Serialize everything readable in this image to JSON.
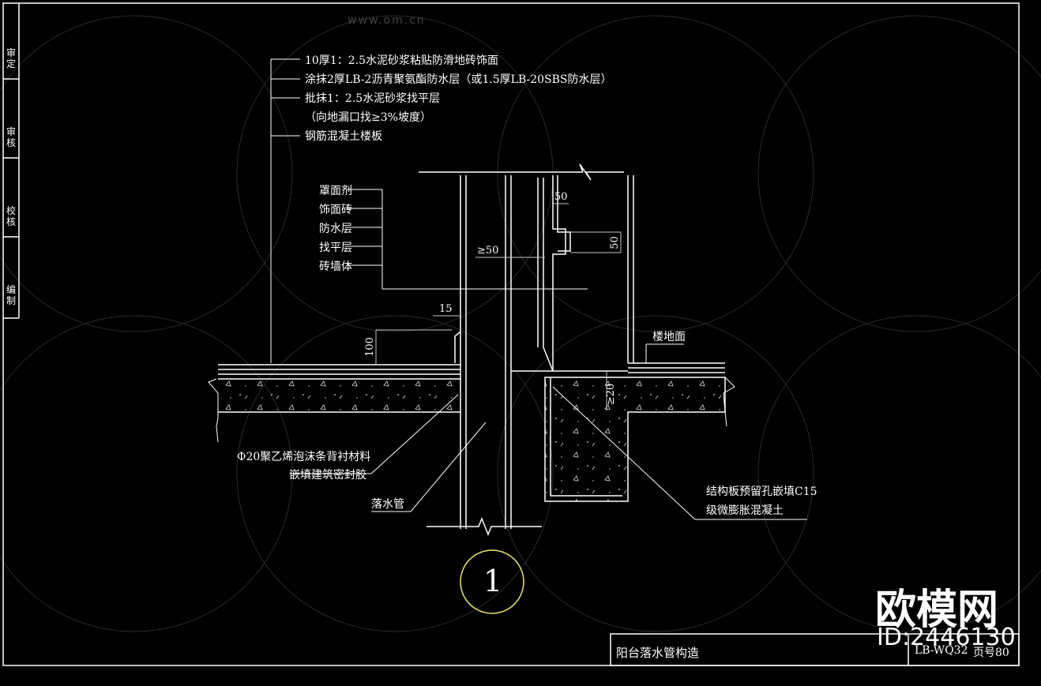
{
  "colors": {
    "background": "#000000",
    "line": "#ffffff",
    "dim": "#c8c8c8",
    "circle": "#e8e86a",
    "frame": "#ffffff"
  },
  "side_labels": [
    "审定",
    "审核",
    "校核",
    "编制"
  ],
  "layer_notes": [
    "10厚1：2.5水泥砂浆粘贴防滑地砖饰面",
    "涂抹2厚LB-2沥青聚氨酯防水层（或1.5厚LB-20SBS防水层）",
    "批抹1：2.5水泥砂浆找平层",
    "（向地漏口找≥3%坡度）",
    "钢筋混凝土楼板"
  ],
  "wall_layers": [
    "罩面剂",
    "饰面砖",
    "防水层",
    "找平层",
    "砖墙体"
  ],
  "dimensions": {
    "d50_top": "50",
    "d50_side": "50",
    "d_ge50": "≥50",
    "d15": "15",
    "d100": "100",
    "d_ge20": "≥20"
  },
  "labels": {
    "floor": "楼地面",
    "foam_strip_1": "Φ20聚乙烯泡沫条背衬材料",
    "foam_strip_2": "嵌填建筑密封胶",
    "downpipe": "落水管",
    "struct_1": "结构板预留孔嵌填C15",
    "struct_2": "级微膨胀混凝土"
  },
  "detail_number": "1",
  "title_block": {
    "title": "阳台落水管构造",
    "code": "LB-WQ32",
    "page": "页号80"
  },
  "watermarks": {
    "brand": "欧模网",
    "url": "www.om.cn",
    "id": "ID:2446130"
  }
}
